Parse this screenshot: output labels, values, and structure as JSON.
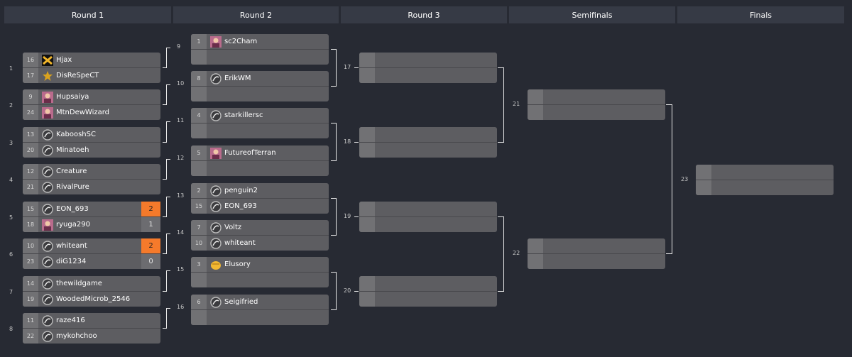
{
  "rounds": [
    "Round 1",
    "Round 2",
    "Round 3",
    "Semifinals",
    "Finals"
  ],
  "round1": [
    {
      "id": "1",
      "top": {
        "seed": "16",
        "name": "Hjax",
        "icon": "x-icon"
      },
      "bot": {
        "seed": "17",
        "name": "DisReSpeCT",
        "icon": "star-icon"
      }
    },
    {
      "id": "2",
      "top": {
        "seed": "9",
        "name": "Hupsaiya",
        "icon": "avatar-icon"
      },
      "bot": {
        "seed": "24",
        "name": "MtnDewWizard",
        "icon": "avatar-icon"
      }
    },
    {
      "id": "3",
      "top": {
        "seed": "13",
        "name": "KabooshSC",
        "icon": "sc2-icon"
      },
      "bot": {
        "seed": "20",
        "name": "Minatoeh",
        "icon": "sc2-icon"
      }
    },
    {
      "id": "4",
      "top": {
        "seed": "12",
        "name": "Creature",
        "icon": "sc2-icon"
      },
      "bot": {
        "seed": "21",
        "name": "RivalPure",
        "icon": "sc2-icon"
      }
    },
    {
      "id": "5",
      "top": {
        "seed": "15",
        "name": "EON_693",
        "icon": "sc2-icon",
        "score": "2",
        "win": true
      },
      "bot": {
        "seed": "18",
        "name": "ryuga290",
        "icon": "avatar-icon",
        "score": "1"
      }
    },
    {
      "id": "6",
      "top": {
        "seed": "10",
        "name": "whiteant",
        "icon": "sc2-icon",
        "score": "2",
        "win": true
      },
      "bot": {
        "seed": "23",
        "name": "diG1234",
        "icon": "sc2-icon",
        "score": "0"
      }
    },
    {
      "id": "7",
      "top": {
        "seed": "14",
        "name": "thewildgame",
        "icon": "sc2-icon"
      },
      "bot": {
        "seed": "19",
        "name": "WoodedMicrob_2546",
        "icon": "sc2-icon"
      }
    },
    {
      "id": "8",
      "top": {
        "seed": "11",
        "name": "raze416",
        "icon": "sc2-icon"
      },
      "bot": {
        "seed": "22",
        "name": "mykohchoo",
        "icon": "sc2-icon"
      }
    }
  ],
  "round2": [
    {
      "id": "9",
      "top": {
        "seed": "1",
        "name": "sc2Cham",
        "icon": "avatar-icon"
      },
      "bot": {}
    },
    {
      "id": "10",
      "top": {
        "seed": "8",
        "name": "ErikWM",
        "icon": "sc2-icon"
      },
      "bot": {}
    },
    {
      "id": "11",
      "top": {
        "seed": "4",
        "name": "starkillersc",
        "icon": "sc2-icon"
      },
      "bot": {}
    },
    {
      "id": "12",
      "top": {
        "seed": "5",
        "name": "FutureofTerran",
        "icon": "avatar-icon"
      },
      "bot": {}
    },
    {
      "id": "13",
      "top": {
        "seed": "2",
        "name": "penguin2",
        "icon": "sc2-icon"
      },
      "bot": {
        "seed": "15",
        "name": "EON_693",
        "icon": "sc2-icon"
      }
    },
    {
      "id": "14",
      "top": {
        "seed": "7",
        "name": "Voltz",
        "icon": "sc2-icon"
      },
      "bot": {
        "seed": "10",
        "name": "whiteant",
        "icon": "sc2-icon"
      }
    },
    {
      "id": "15",
      "top": {
        "seed": "3",
        "name": "Elusory",
        "icon": "fist-icon"
      },
      "bot": {}
    },
    {
      "id": "16",
      "top": {
        "seed": "6",
        "name": "Seigifried",
        "icon": "sc2-icon"
      },
      "bot": {}
    }
  ],
  "round3": [
    {
      "id": "17"
    },
    {
      "id": "18"
    },
    {
      "id": "19"
    },
    {
      "id": "20"
    }
  ],
  "semis": [
    {
      "id": "21"
    },
    {
      "id": "22"
    }
  ],
  "finals": [
    {
      "id": "23"
    }
  ]
}
